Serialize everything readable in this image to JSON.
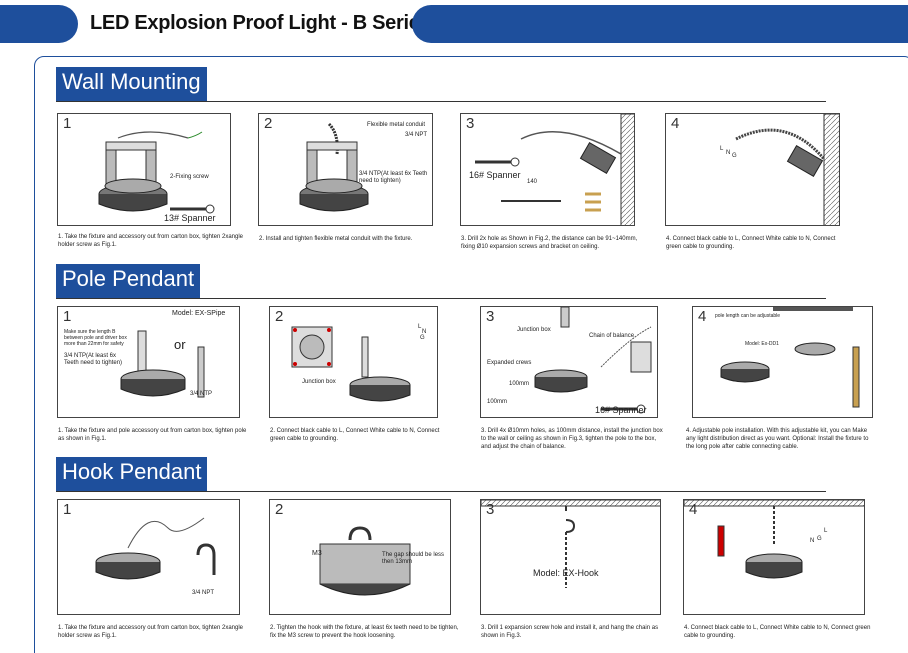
{
  "header": {
    "title": "LED Explosion Proof Light - B Series"
  },
  "sections": {
    "wall": {
      "title": "Wall Mounting"
    },
    "pole": {
      "title": "Pole Pendant"
    },
    "hook": {
      "title": "Hook Pendant"
    }
  },
  "wall": {
    "s1": {
      "num": "1",
      "l1": "2-Fixing screw",
      "l2": "13# Spanner",
      "desc": "1. Take the fixture and accessory out from carton box, tighten 2xangle holder screw as Fig.1."
    },
    "s2": {
      "num": "2",
      "l1": "Flexible metal conduit",
      "l2": "3/4 NPT",
      "l3": "3/4 NTP(At least 6x Teeth need to tighten)",
      "desc": "2. Install and tighten flexible metal conduit with the fixture."
    },
    "s3": {
      "num": "3",
      "l1": "16# Spanner",
      "l2": "140",
      "desc": "3. Drill 2x hole as Shown in Fig.2, the distance can be 91~140mm, fixing Ø10 expansion screws and bracket on ceiling."
    },
    "s4": {
      "num": "4",
      "l1": "L",
      "l2": "N",
      "l3": "G",
      "desc": "4. Connect black cable to L, Connect White cable to N, Connect green cable to grounding."
    }
  },
  "pole": {
    "s1": {
      "num": "1",
      "l1": "Model: EX-SPipe",
      "l2": "Make sure the length B between pole and driver box more than 22mm for safety",
      "l3": "or",
      "l4": "3/4 NTP(At least 6x Teeth need to tighten)",
      "l5": "3/4 NTP",
      "desc": "1. Take the fixture and pole accessory out from carton box, tighten pole as shown in Fig.1."
    },
    "s2": {
      "num": "2",
      "l1": "L",
      "l2": "N",
      "l3": "G",
      "l4": "Junction box",
      "desc": "2. Connect black cable to L, Connect White cable to N, Connect green cable to grounding."
    },
    "s3": {
      "num": "3",
      "l1": "Junction box",
      "l2": "Chain of balance",
      "l3": "Expanded crews",
      "l4": "100mm",
      "l5": "100mm",
      "l6": "16# Spanner",
      "desc": "3. Drill 4x Ø10mm holes, as 100mm distance, install the junction box to the wall or ceiling as shown in Fig.3, tighten the pole to the box, and adjust the chain of balance."
    },
    "s4": {
      "num": "4",
      "l1": "pole length can be adjustable",
      "l2": "Model: Ex-DD1",
      "desc": "4. Adjustable pole installation. With this adjustable kit, you can Make any light distribution direct as you want. Optional: Install the fixture to the long pole after cable connecting cable."
    }
  },
  "hook": {
    "s1": {
      "num": "1",
      "l1": "3/4 NPT",
      "desc": "1. Take the fixture and accessory out from carton box, tighten 2xangle holder screw as Fig.1."
    },
    "s2": {
      "num": "2",
      "l1": "M3",
      "l2": "The gap should be less then 13mm",
      "desc": "2. Tighten the hook with the fixture, at least 6x teeth need to be tighten, fix the M3 screw to prevent the hook loosening."
    },
    "s3": {
      "num": "3",
      "l1": "Model: EX-Hook",
      "desc": "3. Drill 1 expansion screw hole and install it, and hang the chain as shown in Fig.3."
    },
    "s4": {
      "num": "4",
      "l1": "L",
      "l2": "N",
      "l3": "G",
      "desc": "4. Connect black cable to L, Connect White cable to N, Connect green cable to grounding."
    }
  }
}
